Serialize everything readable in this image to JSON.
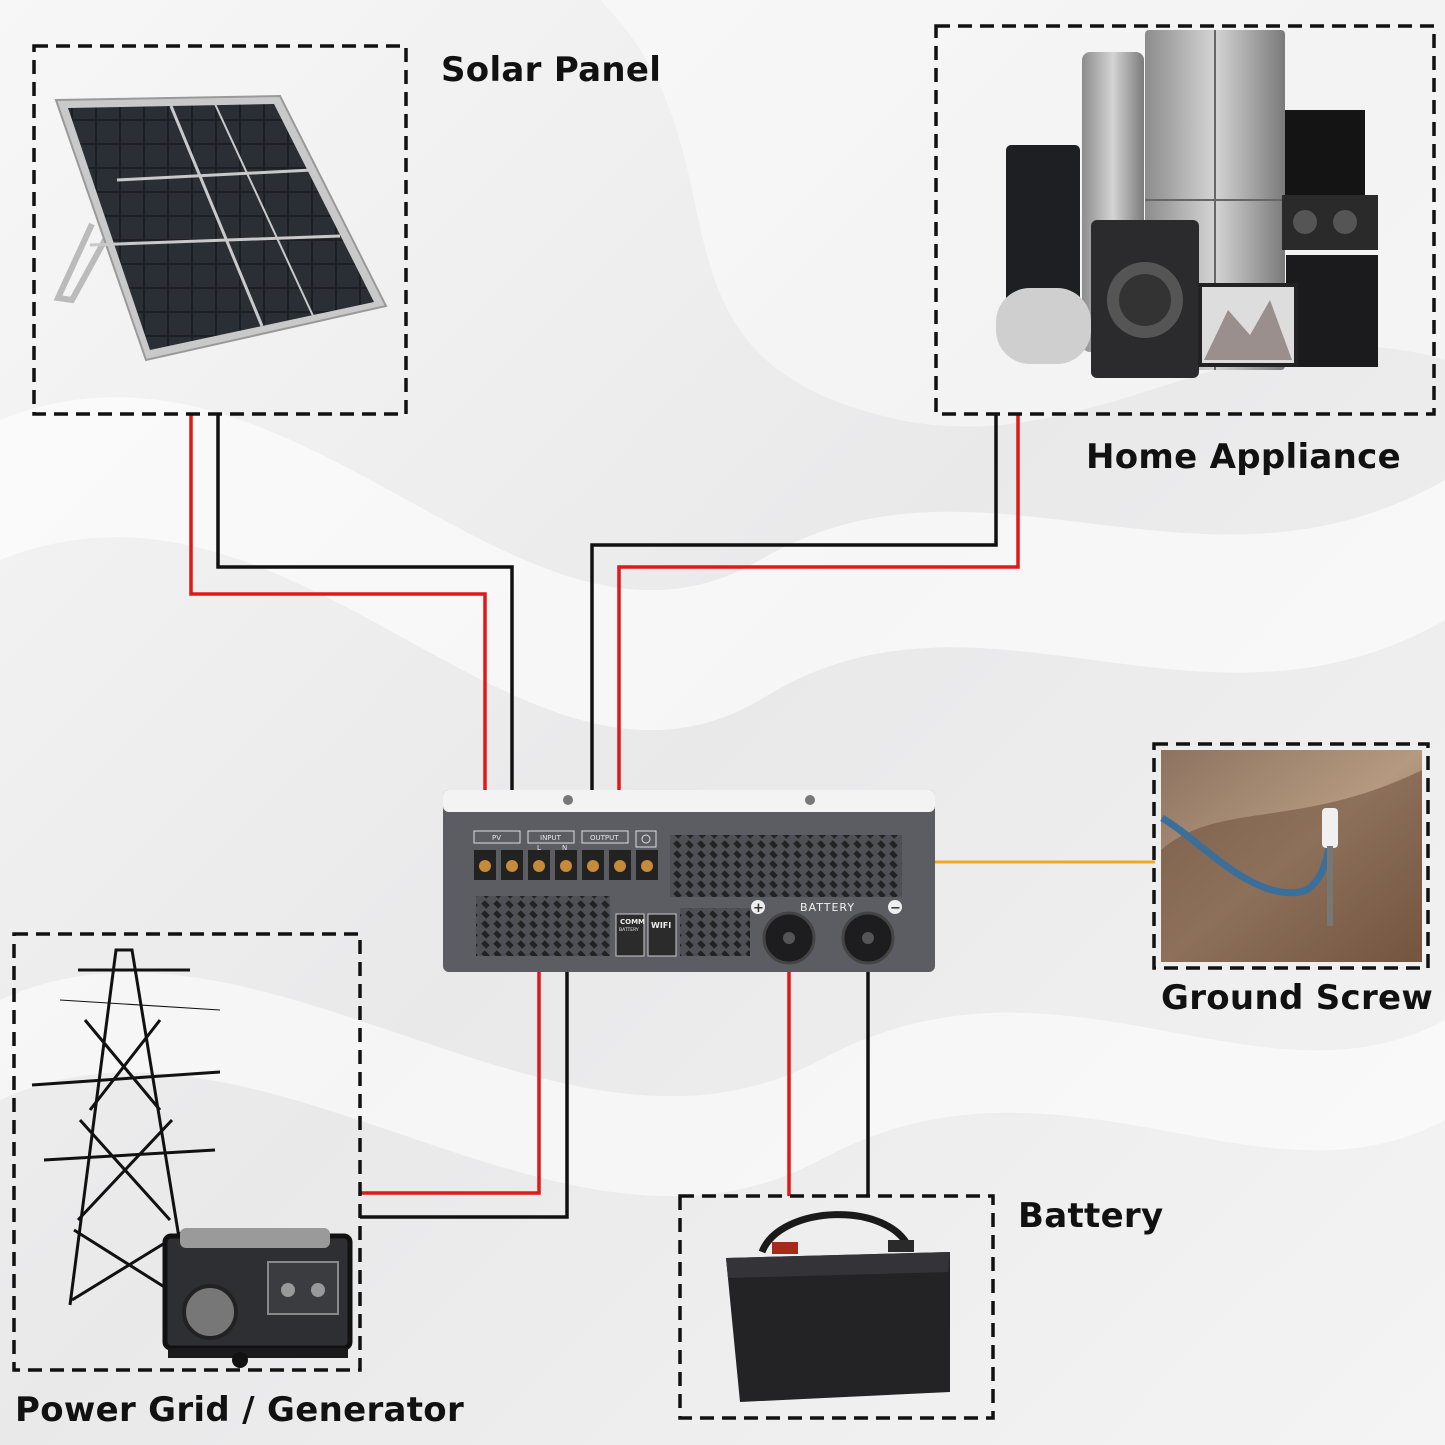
{
  "labels": {
    "solar_panel": "Solar Panel",
    "home_appliance": "Home Appliance",
    "ground_screw": "Ground Screw",
    "power_grid": "Power Grid / Generator",
    "battery": "Battery"
  },
  "inverter": {
    "pv_label": "PV",
    "input_label": "INPUT",
    "input_l": "L",
    "input_n": "N",
    "output_label": "OUTPUT",
    "comm_label": "COMM",
    "comm_sub": "BATTERY",
    "wifi_label": "WIFI",
    "battery_label": "BATTERY",
    "plus_sign": "+",
    "minus_sign": "−"
  },
  "colors": {
    "positive_wire": "#e01818",
    "negative_wire": "#111111",
    "ground_wire": "#f0a820",
    "inverter_body": "#5b5d62"
  },
  "icons": {
    "solar_panel": "solar-panel-icon",
    "appliances": "home-appliances-icon",
    "ground": "ground-screw-icon",
    "grid": "transmission-tower-icon",
    "generator": "generator-icon",
    "battery": "battery-icon"
  }
}
